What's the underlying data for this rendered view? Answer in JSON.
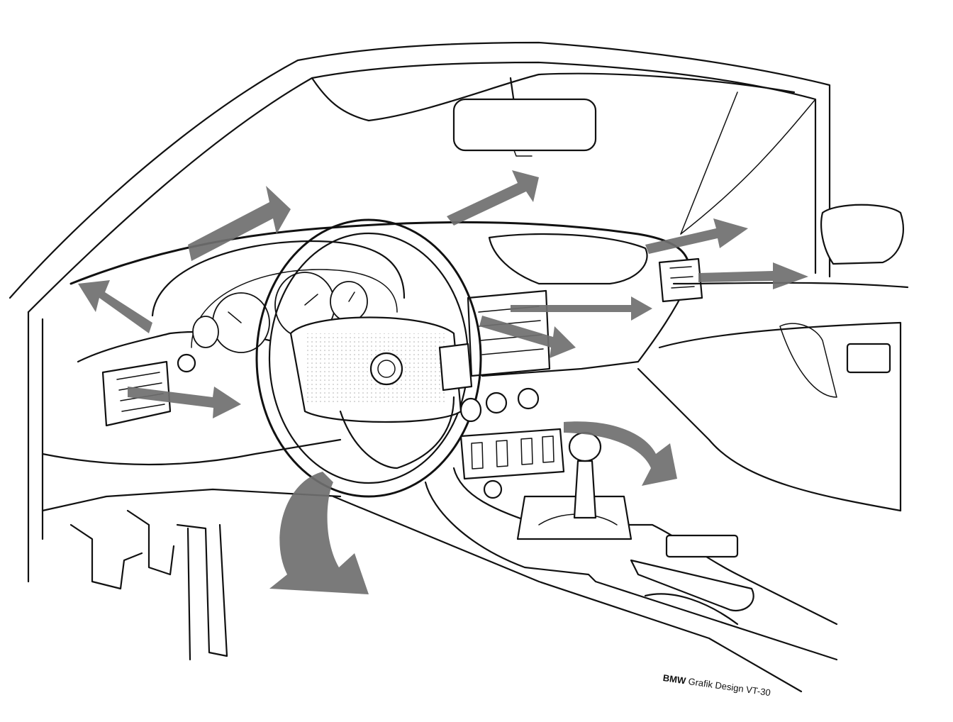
{
  "figure": {
    "credit_brand": "BMW",
    "credit_text": "Grafik Design VT-30"
  },
  "colors": {
    "line": "#111111",
    "arrow": "#6f6f6f",
    "background": "#ffffff"
  },
  "icons": [
    "air-flow-arrow",
    "steering-wheel",
    "gear-knob",
    "rear-view-mirror"
  ]
}
